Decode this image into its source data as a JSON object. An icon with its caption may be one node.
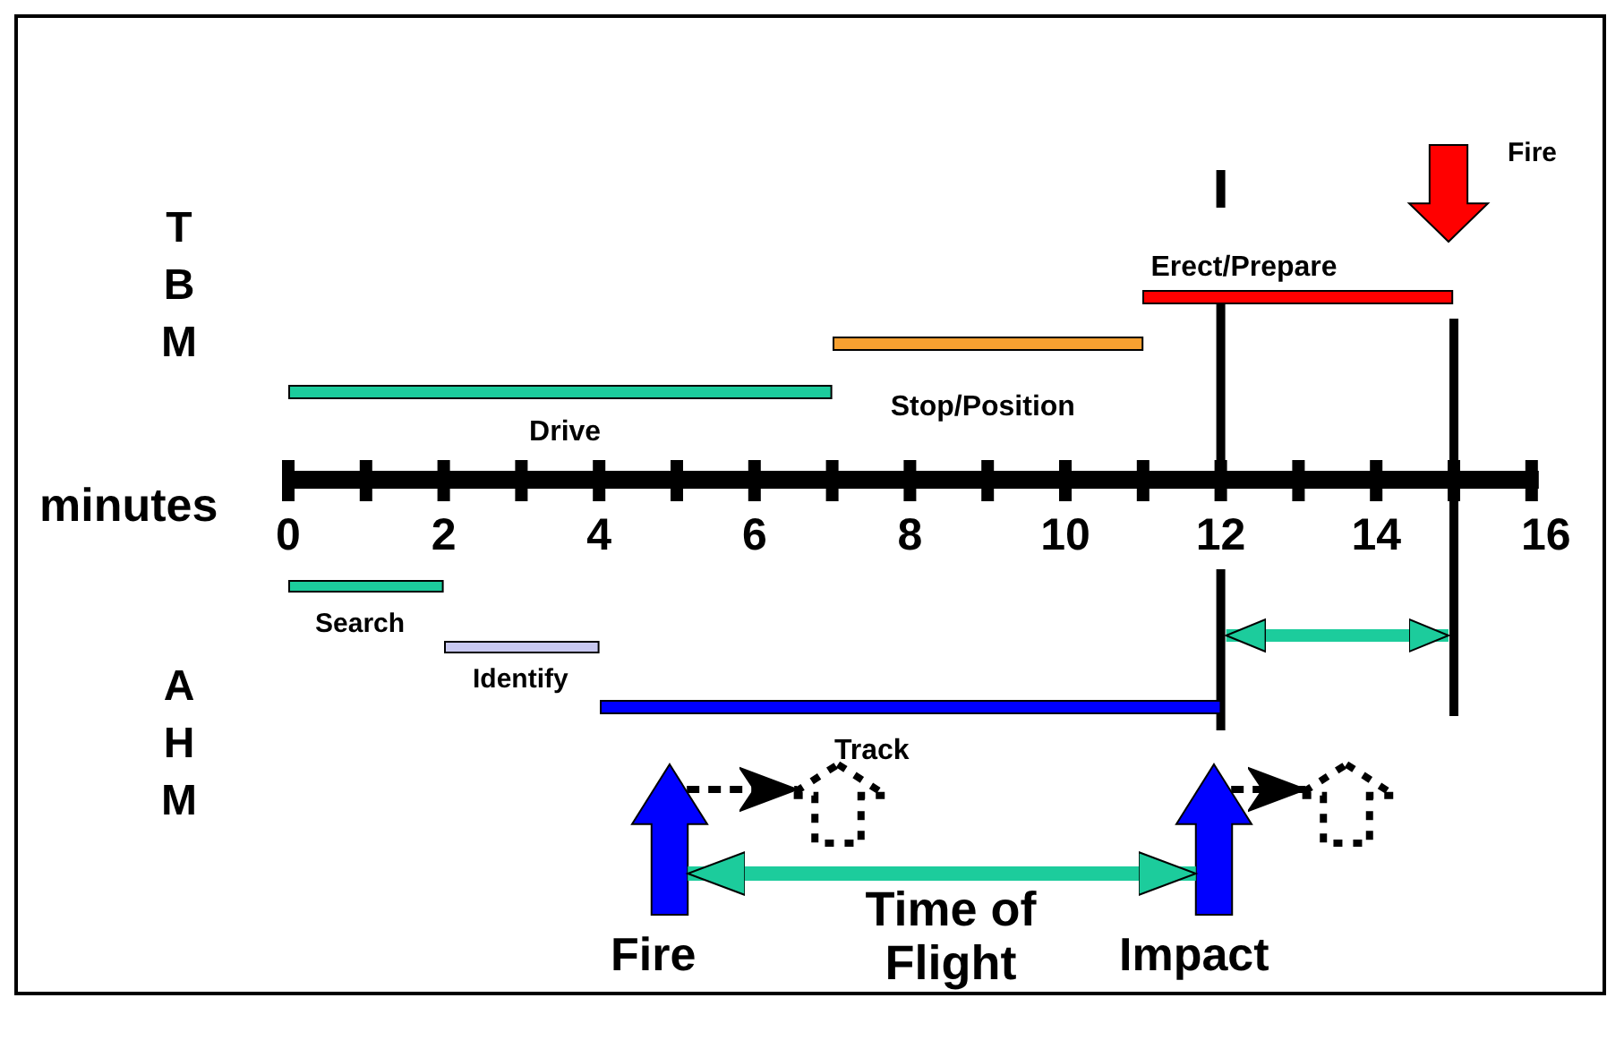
{
  "diagram": {
    "nodes": [
      {
        "text": [
          "Drive"
        ]
      },
      {
        "text": [
          "Stop/Position"
        ]
      },
      {
        "text": [
          "Erect/Prepare"
        ]
      },
      {
        "text": [
          "Fire"
        ]
      },
      {
        "text": [
          "Search"
        ]
      },
      {
        "text": [
          "Identify"
        ]
      },
      {
        "text": [
          "Track"
        ]
      },
      {
        "text": [
          "Fire"
        ]
      },
      {
        "text": [
          "Impact"
        ]
      },
      {
        "text": [],
        "shape": "arrow"
      },
      {
        "text": [],
        "shape": "arrow"
      }
    ],
    "edges": [
      {
        "from": 7,
        "to": 9,
        "arrow": "to",
        "style": "dashed"
      },
      {
        "from": 8,
        "to": 10,
        "arrow": "to",
        "style": "dashed"
      },
      {
        "from": 7,
        "to": 8,
        "arrow": "both",
        "label": "Time of Flight",
        "style": "thick",
        "color": "#1ccc9c"
      }
    ],
    "labels": [
      "T B M",
      "minutes",
      "0",
      "2",
      "4",
      "6",
      "8",
      "10",
      "12",
      "14",
      "16",
      "A H M"
    ]
  }
}
